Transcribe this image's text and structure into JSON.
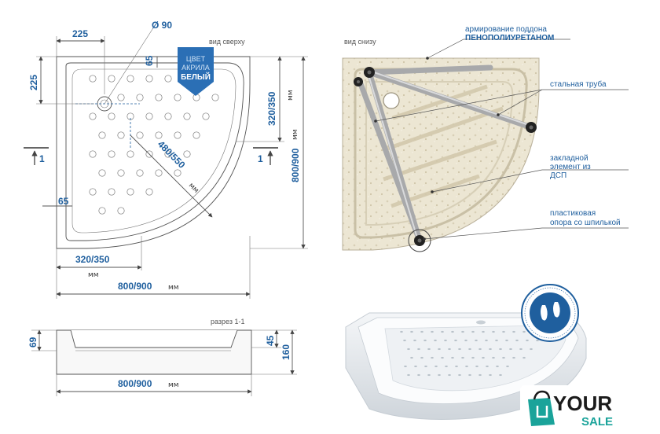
{
  "top_view": {
    "caption": "вид сверху",
    "dim_top_225": "225",
    "dim_left_225": "225",
    "dim_diameter": "Ø 90",
    "dim_65_top": "65",
    "dim_65_left": "65",
    "dim_diagonal": "480/550",
    "unit_diag": "мм",
    "dim_320_350_right": "320/350",
    "unit_right_small": "мм",
    "dim_800_900_right": "800/900",
    "unit_right_big": "мм",
    "dim_320_350_bottom": "320/350",
    "unit_bottom_small": "мм",
    "dim_800_900_bottom": "800/900",
    "unit_bottom": "мм",
    "section_left": "1",
    "section_right": "1",
    "badge_line1": "ЦВЕТ",
    "badge_line2": "АКРИЛА",
    "badge_line3": "БЕЛЫЙ"
  },
  "bottom_view": {
    "caption": "вид снизу",
    "note_reinforce_1": "армирование поддона",
    "note_reinforce_2": "ПЕНОПОЛИУРЕТАНОМ",
    "note_pipe": "стальная труба",
    "note_insert_1": "закладной",
    "note_insert_2": "элемент из",
    "note_insert_3": "ДСП",
    "note_support_1": "пластиковая",
    "note_support_2": "опора со шпилькой"
  },
  "section": {
    "caption": "разрез 1-1",
    "dim_69": "69",
    "dim_45": "45",
    "dim_160": "160",
    "dim_width": "800/900",
    "unit": "мм"
  },
  "logo": {
    "word1": "YOUR",
    "word2": "SALE"
  },
  "colors": {
    "accent_blue": "#1f5f9e",
    "badge_blue": "#2b6fb5",
    "logo_teal": "#1aa39a",
    "logo_dark": "#1b1b1b"
  }
}
